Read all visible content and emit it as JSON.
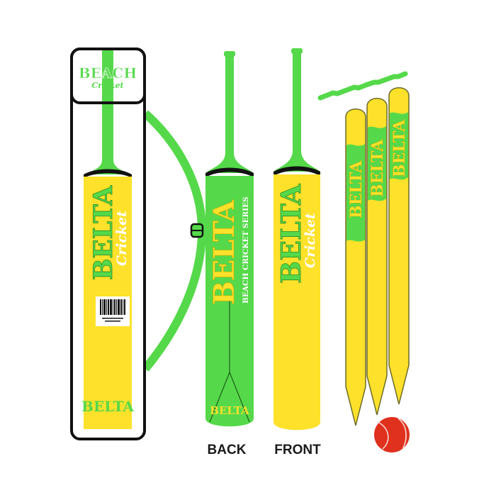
{
  "product": {
    "brand": "BELTA",
    "sub_brand": "Cricket",
    "bag_header": {
      "line1": "BEACH",
      "line2": "Cricket"
    },
    "back_series_text": "BEACH CRICKET SERIES",
    "bag_bottom_text": "BELTA",
    "back_bottom_text": "BELTA",
    "stump_text": "BELTA"
  },
  "labels": {
    "back": "BACK",
    "front": "FRONT"
  },
  "colors": {
    "green": "#55d94a",
    "yellow": "#fde12a",
    "black": "#111111",
    "ball_red": "#e0301e",
    "white": "#ffffff"
  }
}
